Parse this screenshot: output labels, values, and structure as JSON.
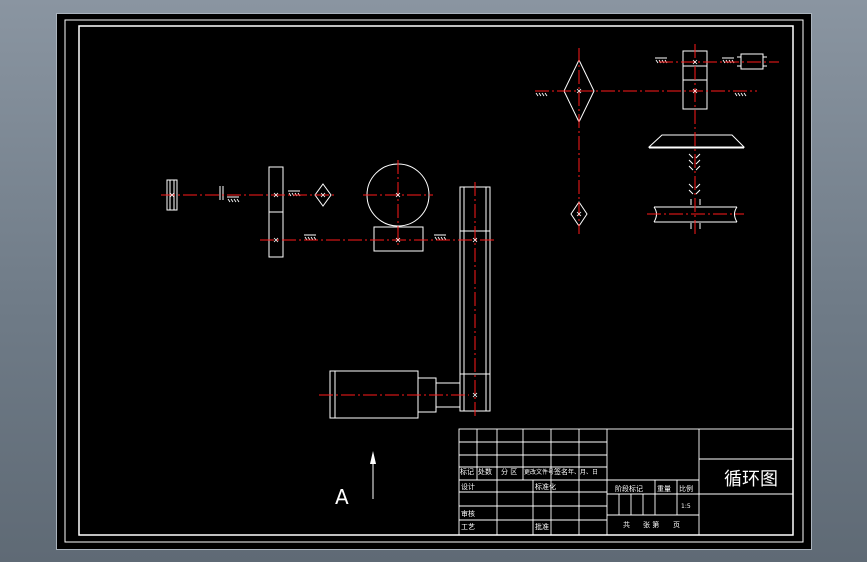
{
  "drawing": {
    "view_label": "A",
    "title_block": {
      "drawing_name": "循环图",
      "row_labels": [
        "标记",
        "处数",
        "分 区",
        "更改文件号",
        "签名",
        "年、月、日"
      ],
      "designer_label": "设计",
      "standardization_label": "标准化",
      "review_label": "审核",
      "process_label": "工艺",
      "approval_label": "批准",
      "stage_mark_label": "阶段标记",
      "weight_label": "重量",
      "scale_label": "比例",
      "scale_value": "1:5",
      "sheet_total_label": "共",
      "sheet_num_label": "张 第",
      "sheet_page_label": "页"
    }
  },
  "colors": {
    "background": "#000000",
    "line": "#ffffff",
    "centerline": "#ff1a1a",
    "window_bg": "#7d8894"
  }
}
